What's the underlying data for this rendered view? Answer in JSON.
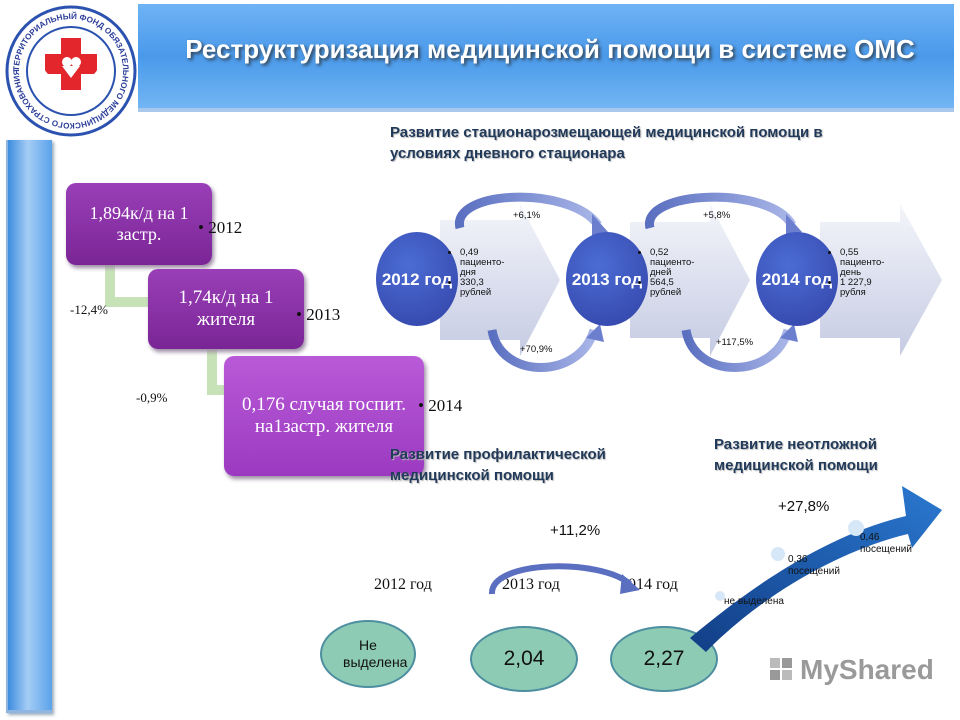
{
  "header": {
    "title": "Реструктуризация медицинской помощи в системе ОМС",
    "logo_ring_text": "ТЕРРИТОРИАЛЬНЫЙ ФОНД ОБЯЗАТЕЛЬНОГО МЕДИЦИНСКОГО СТРАХОВАНИЯ РЕСПУБЛИКИ АДЫГЕЯ"
  },
  "colors": {
    "banner": "#4a99ea",
    "step_purple": "#8a2fa8",
    "year_circle": "#3a4fb8",
    "oval_fill": "#8dcbb4",
    "arrow_blue": "#1f5fb0"
  },
  "inpatient": {
    "steps": [
      {
        "text": "1,894к/д на 1 застр.",
        "year": "2012"
      },
      {
        "text": "1,74к/д на 1 жителя",
        "year": "2013"
      },
      {
        "text": "0,176 случая госпит. на1застр. жителя",
        "year": "2014"
      }
    ],
    "changes": [
      "-12,4%",
      "-0,9%"
    ]
  },
  "day_hospital": {
    "heading": "Развитие стационарозмещающей медицинской помощи в условиях дневного стационара",
    "years": [
      {
        "label": "2012 год",
        "items": [
          "0,49 пациенто-дня",
          "330,3 рублей"
        ]
      },
      {
        "label": "2013 год",
        "items": [
          "0,52 пациенто-дней",
          "564,5 рублей"
        ]
      },
      {
        "label": "2014 год",
        "items": [
          "0,55 пациенто-день",
          "1 227,9 рубля"
        ]
      }
    ],
    "top_changes": [
      "+6,1%",
      "+5,8%"
    ],
    "bottom_changes": [
      "+70,9%",
      "+117,5%"
    ]
  },
  "prophylactic": {
    "heading": "Развитие профилактической медицинской помощи",
    "years": [
      "2012 год",
      "2013 год",
      "2014 год"
    ],
    "values": [
      "Не выделена",
      "2,04",
      "2,27"
    ],
    "change": "+11,2%"
  },
  "emergency": {
    "heading": "Развитие неотложной медицинской помощи",
    "change": "+27,8%",
    "points": [
      "не выделена",
      "0,36 посещений",
      "0,46 посещений"
    ]
  },
  "watermark": "MyShared"
}
